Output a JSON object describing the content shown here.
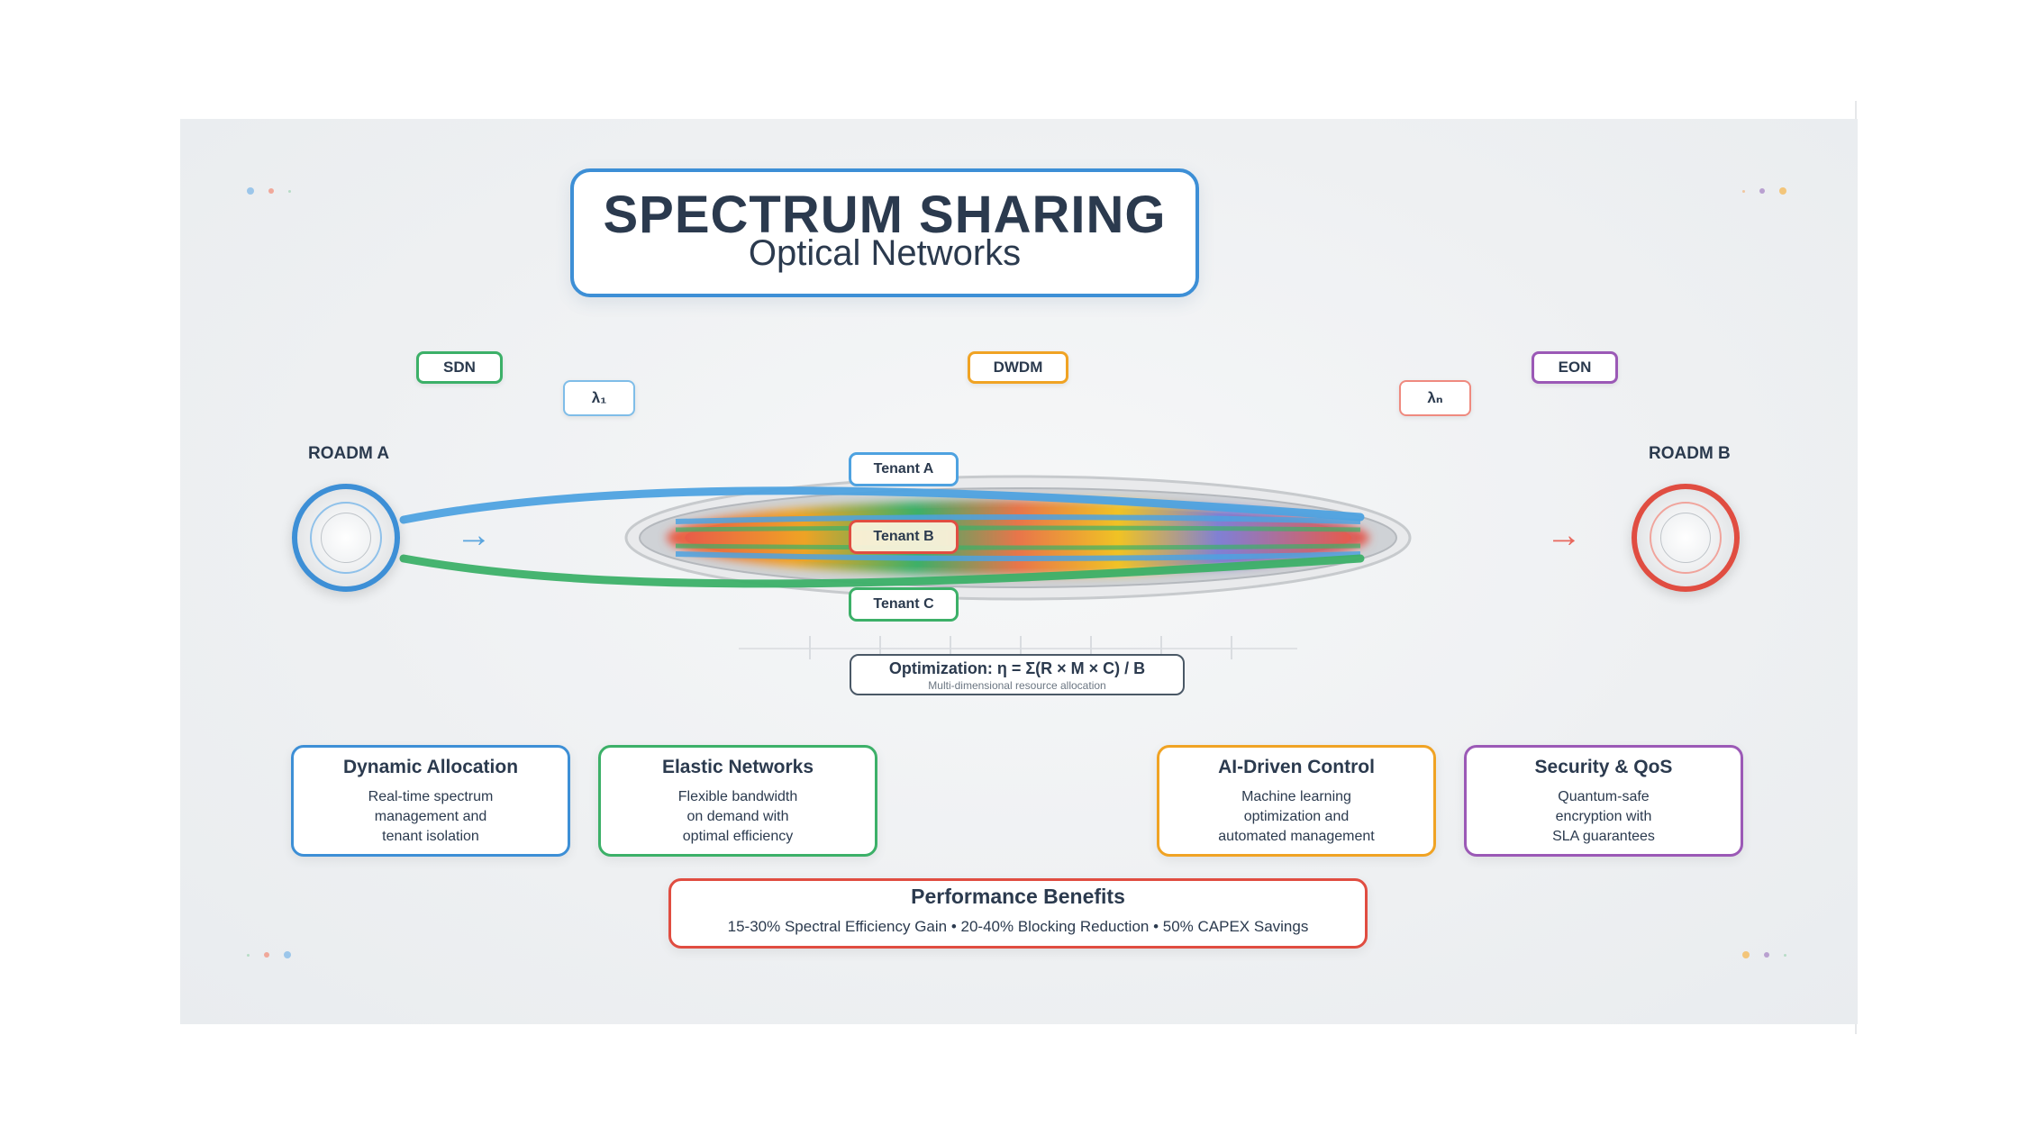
{
  "title": {
    "main": "SPECTRUM SHARING",
    "sub": "Optical Networks"
  },
  "tags": {
    "sdn": "SDN",
    "dwdm": "DWDM",
    "eon": "EON",
    "lambda_1": "λ₁",
    "lambda_n": "λₙ"
  },
  "nodes": {
    "a": "ROADM A",
    "b": "ROADM B"
  },
  "arrows": {
    "forward": "→"
  },
  "tenants": {
    "a": "Tenant A",
    "b": "Tenant B",
    "c": "Tenant C"
  },
  "optimization": {
    "formula": "Optimization: η = Σ(R × M × C) / B",
    "caption": "Multi-dimensional resource allocation"
  },
  "cards": [
    {
      "title": "Dynamic Allocation",
      "lines": [
        "Real-time spectrum",
        "management and",
        "tenant isolation"
      ]
    },
    {
      "title": "Elastic Networks",
      "lines": [
        "Flexible bandwidth",
        "on demand with",
        "optimal efficiency"
      ]
    },
    {
      "title": "AI-Driven Control",
      "lines": [
        "Machine learning",
        "optimization and",
        "automated management"
      ]
    },
    {
      "title": "Security & QoS",
      "lines": [
        "Quantum-safe",
        "encryption with",
        "SLA guarantees"
      ]
    }
  ],
  "performance": {
    "title": "Performance Benefits",
    "line": "15-30% Spectral Efficiency Gain • 20-40% Blocking Reduction • 50% CAPEX Savings"
  },
  "colors": {
    "blue": "#3d8fd6",
    "green": "#3cb068",
    "orange": "#f0a324",
    "purple": "#9b59b6",
    "red": "#e04d41",
    "text": "#2b3a4e"
  }
}
